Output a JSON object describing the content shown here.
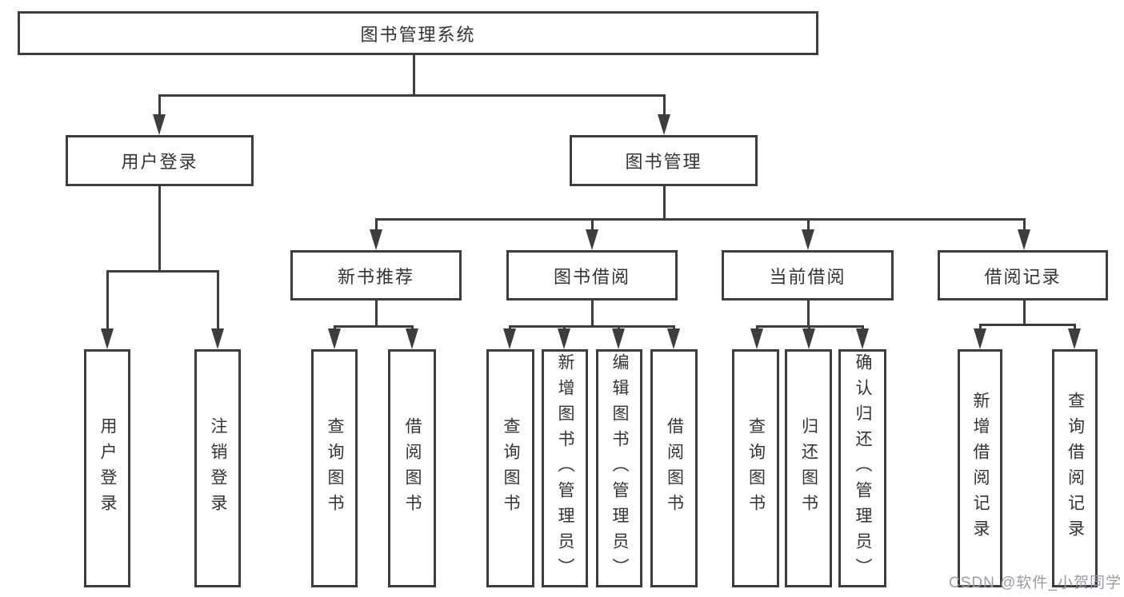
{
  "tree": {
    "label": "图书管理系统",
    "children": [
      {
        "label": "用户登录",
        "children": [
          {
            "label": "用户登录"
          },
          {
            "label": "注销登录"
          }
        ]
      },
      {
        "label": "图书管理",
        "children": [
          {
            "label": "新书推荐",
            "children": [
              {
                "label": "查询图书"
              },
              {
                "label": "借阅图书"
              }
            ]
          },
          {
            "label": "图书借阅",
            "children": [
              {
                "label": "查询图书"
              },
              {
                "label": "新增图书（管理员）"
              },
              {
                "label": "编辑图书（管理员）"
              },
              {
                "label": "借阅图书"
              }
            ]
          },
          {
            "label": "当前借阅",
            "children": [
              {
                "label": "查询图书"
              },
              {
                "label": "归还图书"
              },
              {
                "label": "确认归还（管理员）"
              }
            ]
          },
          {
            "label": "借阅记录",
            "children": [
              {
                "label": "新增借阅记录"
              },
              {
                "label": "查询借阅记录"
              }
            ]
          }
        ]
      }
    ]
  },
  "watermark": {
    "text": "CSDN @软件_小贺同学"
  },
  "colors": {
    "line": "#3d3d3d",
    "box_border": "#3d3d3d",
    "text": "#333333",
    "background": "#ffffff",
    "watermark": "#9b9ba3"
  }
}
